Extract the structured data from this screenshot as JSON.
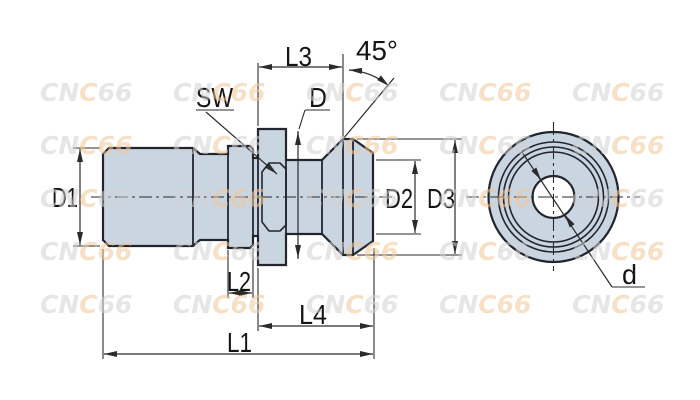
{
  "drawing": {
    "type": "technical-drawing-pull-stud",
    "labels": {
      "d1": "D1",
      "sw": "SW",
      "d": "D",
      "l3": "L3",
      "angle": "45°",
      "d2": "D2",
      "d3": "D3",
      "l2": "L2",
      "l4": "L4",
      "l1": "L1",
      "hole_d": "d"
    }
  },
  "watermark": {
    "part_cn": "CN",
    "part_c": "C",
    "part_66": "66",
    "color_gray": "rgba(210,210,210,0.55)",
    "color_peach": "rgba(243,198,152,0.55)",
    "cols": [
      40,
      173,
      306,
      439,
      572
    ],
    "rows": [
      80,
      133,
      186,
      239,
      292
    ]
  },
  "colors": {
    "background": "#ffffff",
    "part_fill": "#c9d6e2",
    "outline": "#23252e",
    "dimension": "#2b2b2b"
  }
}
